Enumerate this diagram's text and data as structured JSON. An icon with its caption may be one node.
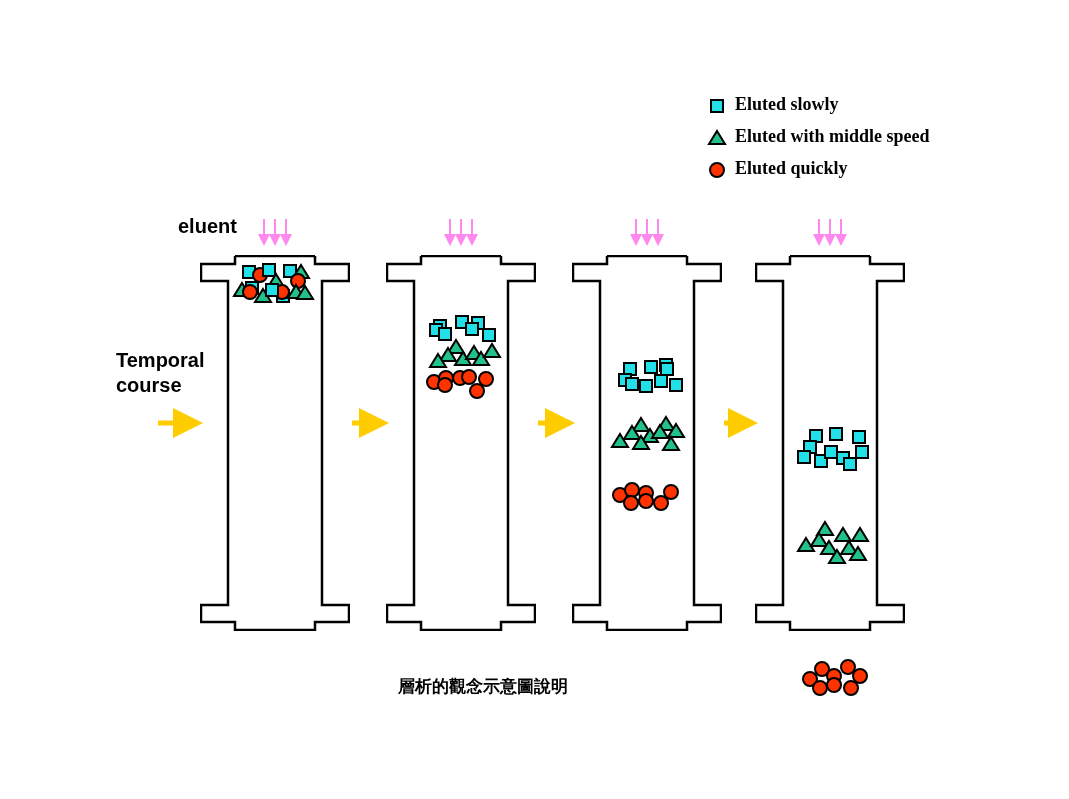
{
  "diagram": {
    "caption": "層析的觀念示意圖說明",
    "nodes": [
      {
        "text": [],
        "shape": "column"
      },
      {
        "text": [],
        "shape": "column"
      },
      {
        "text": [],
        "shape": "column"
      },
      {
        "text": [],
        "shape": "column"
      }
    ],
    "edges": [
      {
        "from": null,
        "to": 0,
        "arrow": "to"
      },
      {
        "from": 0,
        "to": 1,
        "arrow": "to"
      },
      {
        "from": 1,
        "to": 2,
        "arrow": "to"
      },
      {
        "from": 2,
        "to": 3,
        "arrow": "to"
      }
    ],
    "labels": [
      "eluent",
      "Temporal course"
    ],
    "legend": [
      {
        "text": "Eluted slowly"
      },
      {
        "text": "Eluted with middle speed"
      },
      {
        "text": "Eluted quickly"
      }
    ]
  }
}
